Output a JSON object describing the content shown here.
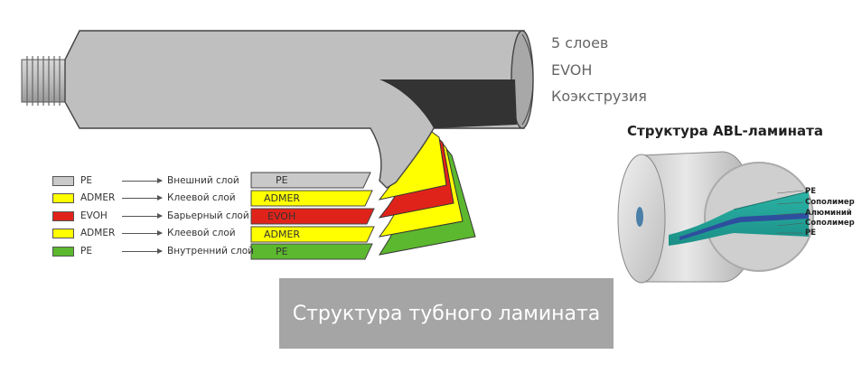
{
  "tube_info": {
    "line1": "5 слоев",
    "line2": "EVOH",
    "line3": "Коэкструзия"
  },
  "legend": [
    {
      "code": "PE",
      "label": "Внешний слой",
      "color": "#c9c9c9"
    },
    {
      "code": "ADMER",
      "label": "Клеевой слой",
      "color": "#ffff00"
    },
    {
      "code": "EVOH",
      "label": "Барьерный слой",
      "color": "#e0231a"
    },
    {
      "code": "ADMER",
      "label": "Клеевой слой",
      "color": "#ffff00"
    },
    {
      "code": "PE",
      "label": "Внутренний слой",
      "color": "#5cb82e"
    }
  ],
  "bands": [
    "PE",
    "ADMER",
    "EVOH",
    "ADMER",
    "PE"
  ],
  "caption": "Структура тубного ламината",
  "abl": {
    "title": "Структура ABL-ламината",
    "layers": [
      "PE",
      "Сополимер",
      "Алюминий",
      "Сополимер",
      "PE"
    ]
  }
}
